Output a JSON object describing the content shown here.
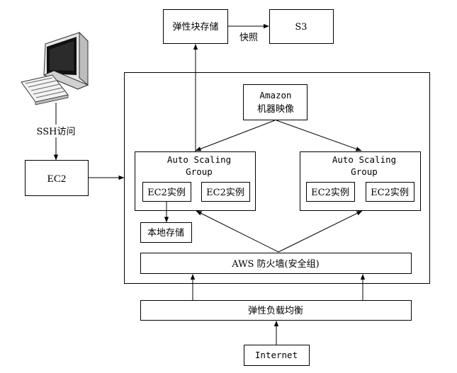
{
  "nodes": {
    "ebs": "弹性块存储",
    "s3": "S3",
    "snapshot": "快照",
    "ami_line1": "Amazon",
    "ami_line2": "机器映像",
    "ssh": "SSH访问",
    "ec2": "EC2",
    "asg_left_line1": "Auto Scaling",
    "asg_left_line2": "Group",
    "asg_right_line1": "Auto Scaling",
    "asg_right_line2": "Group",
    "ec2_instance": "EC2实例",
    "local_storage": "本地存储",
    "firewall": "AWS 防火墙(安全组)",
    "elb": "弹性负载均衡",
    "internet": "Internet"
  },
  "icons": {
    "computer": "desktop-computer-icon",
    "keyboard": "keyboard-icon"
  }
}
